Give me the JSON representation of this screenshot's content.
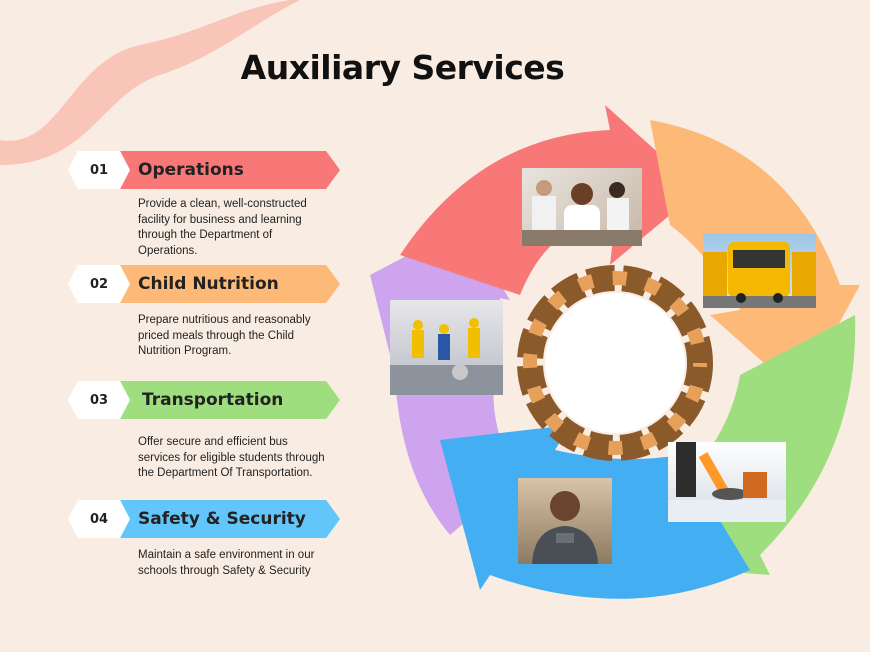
{
  "title": "Auxiliary Services",
  "items": [
    {
      "number": "01",
      "title": "Operations",
      "description": "Provide a clean, well-constructed facility for business and learning through the Department of Operations.",
      "color": "#f87878"
    },
    {
      "number": "02",
      "title": "Child Nutrition",
      "description": "Prepare nutritious and reasonably priced meals through the Child Nutrition Program.",
      "color": "#fdb978"
    },
    {
      "number": "03",
      "title": "Transportation",
      "description": "Offer secure and efficient bus services for eligible students through the Department  Of Transportation.",
      "color": "#9ede7e"
    },
    {
      "number": "04",
      "title": "Safety & Security",
      "description": "Maintain a safe environment in our schools through Safety & Security",
      "color": "#62c6fb"
    }
  ],
  "cycle_colors": {
    "red": "#f87878",
    "orange": "#fdb978",
    "green": "#9ede7e",
    "blue": "#44aef2",
    "purple": "#cfa4ef"
  },
  "decor_color": "#f8c0b4"
}
